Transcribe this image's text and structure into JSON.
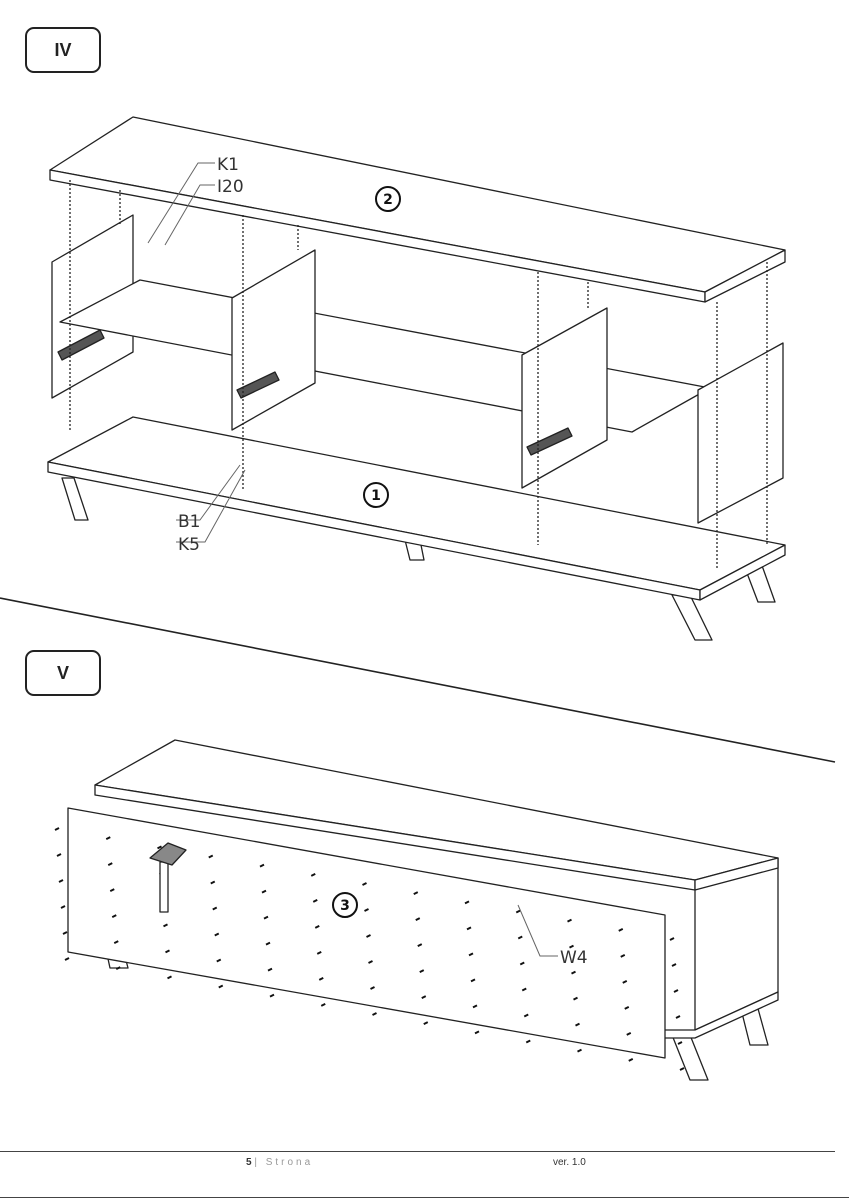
{
  "steps": [
    {
      "label": "IV",
      "parts": {
        "top_panel": "2",
        "bottom_panel": "1"
      },
      "callouts": [
        "K1",
        "I20",
        "B1",
        "K5"
      ]
    },
    {
      "label": "V",
      "parts": {
        "back_panel": "3"
      },
      "callouts": [
        "W4"
      ]
    }
  ],
  "footer": {
    "page_number": "5",
    "page_word": "| Strona",
    "version": "ver. 1.0"
  }
}
